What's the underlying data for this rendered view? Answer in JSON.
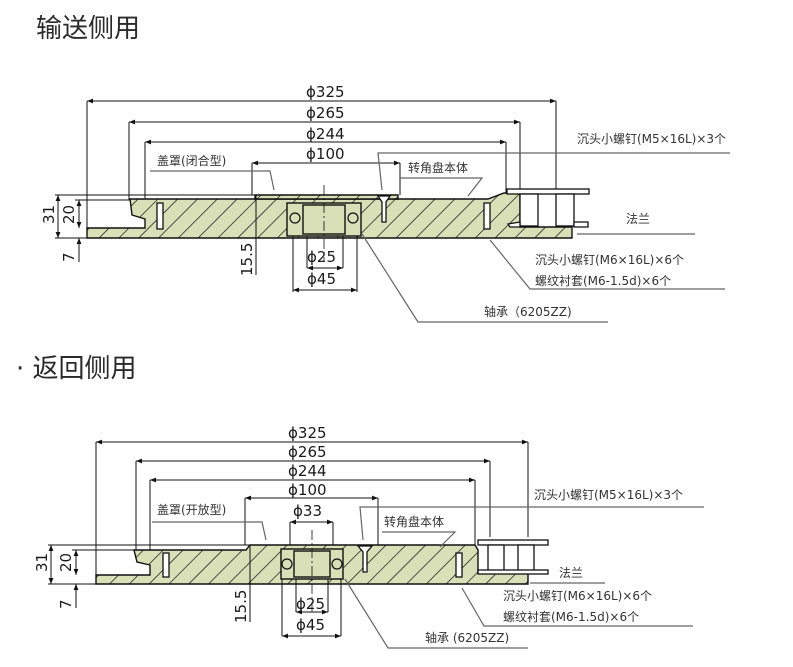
{
  "sections": [
    {
      "title": "输送侧用",
      "dimensions": {
        "diameters": [
          "ϕ325",
          "ϕ265",
          "ϕ244",
          "ϕ100"
        ],
        "bearing_inner": "ϕ25",
        "bearing_outer": "ϕ45",
        "height_total": "31",
        "height_body": "20",
        "height_base": "7",
        "height_bearing": "15.5"
      },
      "labels": {
        "cover": "盖罩(闭合型)",
        "body": "转角盘本体",
        "screw_m5": "沉头小螺钉(M5×16L)×3个",
        "flange": "法兰",
        "screw_m6": "沉头小螺钉(M6×16L)×6个",
        "insert": "螺纹衬套(M6-1.5d)×6个",
        "bearing": "轴承（6205ZZ)"
      }
    },
    {
      "title": "· 返回侧用",
      "dimensions": {
        "diameters": [
          "ϕ325",
          "ϕ265",
          "ϕ244",
          "ϕ100"
        ],
        "center_hole": "ϕ33",
        "bearing_inner": "ϕ25",
        "bearing_outer": "ϕ45",
        "height_total": "31",
        "height_body": "20",
        "height_base": "7",
        "height_bearing": "15.5"
      },
      "labels": {
        "cover": "盖罩(开放型)",
        "body": "转角盘本体",
        "screw_m5": "沉头小螺钉(M5×16L)×3个",
        "flange": "法兰",
        "screw_m6": "沉头小螺钉(M6×16L)×6个",
        "insert": "螺纹衬套(M6-1.5d)×6个",
        "bearing": "轴承 (6205ZZ)"
      }
    }
  ],
  "colors": {
    "part_fill": "#d9dfb7",
    "line": "#111111",
    "leader": "#666666"
  }
}
